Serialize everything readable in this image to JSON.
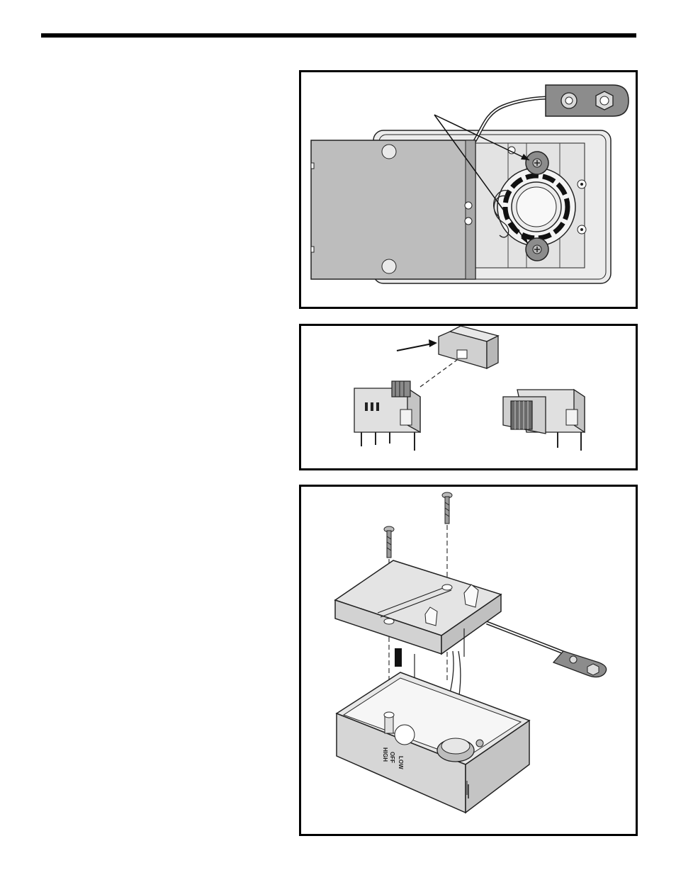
{
  "figures": {
    "switch_labels": {
      "high": "HIGH",
      "off": "OFF",
      "low": "LOW"
    }
  },
  "colors": {
    "rule": "#000000",
    "panel_border": "#000000",
    "part_fill": "#d9d9d9",
    "part_dark": "#9a9a9a",
    "screw_fill": "#8c8c8c",
    "line": "#222222"
  }
}
